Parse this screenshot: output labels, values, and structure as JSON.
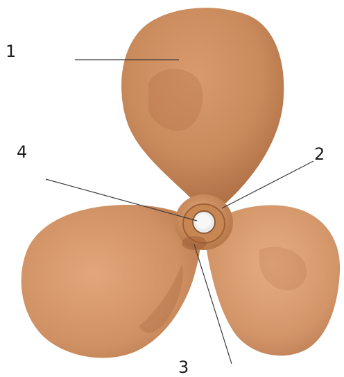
{
  "labels": {
    "blade": "1",
    "hub": "2",
    "hub_face": "3",
    "shaft_bore": "4"
  },
  "colors": {
    "background": "#ffffff",
    "bronze_light": "#e0a478",
    "bronze_mid": "#c98a5c",
    "bronze_dark": "#a2633c",
    "leader_line": "#3a3a3a"
  }
}
